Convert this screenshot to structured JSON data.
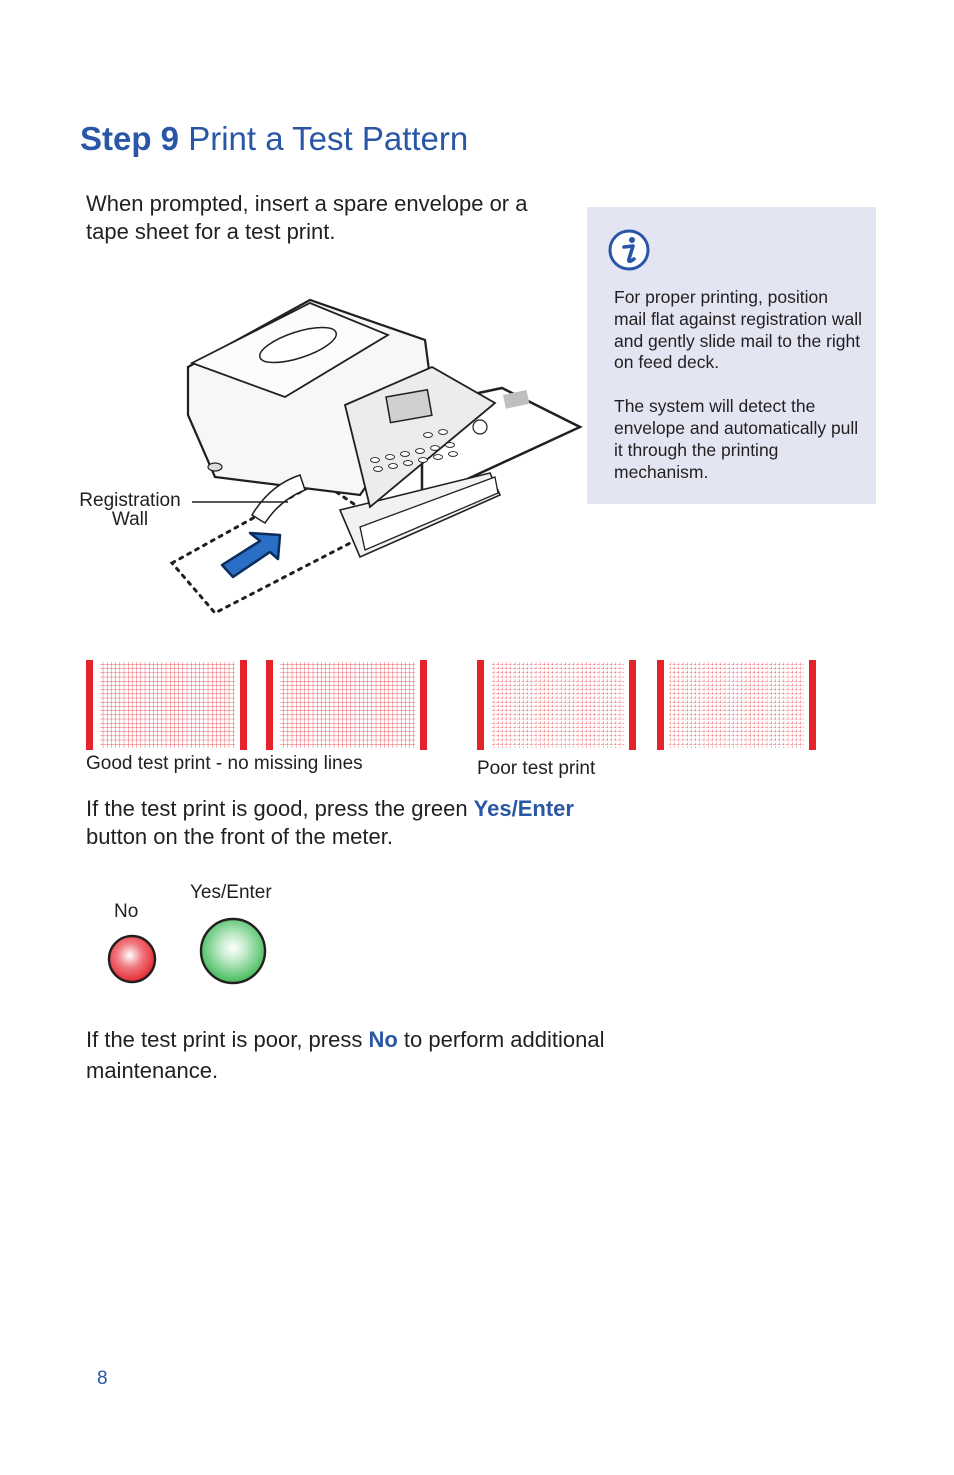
{
  "header": {
    "step": "Step 9",
    "title": "Print a Test Pattern"
  },
  "intro": {
    "text": "When prompted, insert a spare envelope or a tape sheet for a test print."
  },
  "info_box": {
    "icon": "info-icon",
    "paragraph1": "For proper printing, position mail flat against registration wall and gently slide mail to the right on feed deck.",
    "paragraph2": "The system will detect the envelope and automatically pull it through the printing mechanism."
  },
  "illustration": {
    "registration_label_line1": "Registration",
    "registration_label_line2": "Wall"
  },
  "test_prints": {
    "good_caption": "Good test print - no missing lines",
    "poor_caption": "Poor test print",
    "pattern_color": "#e5232b"
  },
  "good_instruction": {
    "prefix": "If the test print is good, press the green ",
    "highlight": "Yes/Enter",
    "suffix": "button on the front of the meter."
  },
  "buttons": {
    "no_label": "No",
    "yes_label": "Yes/Enter",
    "no_color": "#e5232b",
    "yes_color": "#2fb34a"
  },
  "poor_instruction": {
    "prefix": "If the test print is poor, press ",
    "highlight": "No",
    "suffix": " to perform additional maintenance."
  },
  "footer": {
    "page_number": "8"
  },
  "colors": {
    "accent": "#2a56a6",
    "info_background": "#e3e5f3"
  }
}
